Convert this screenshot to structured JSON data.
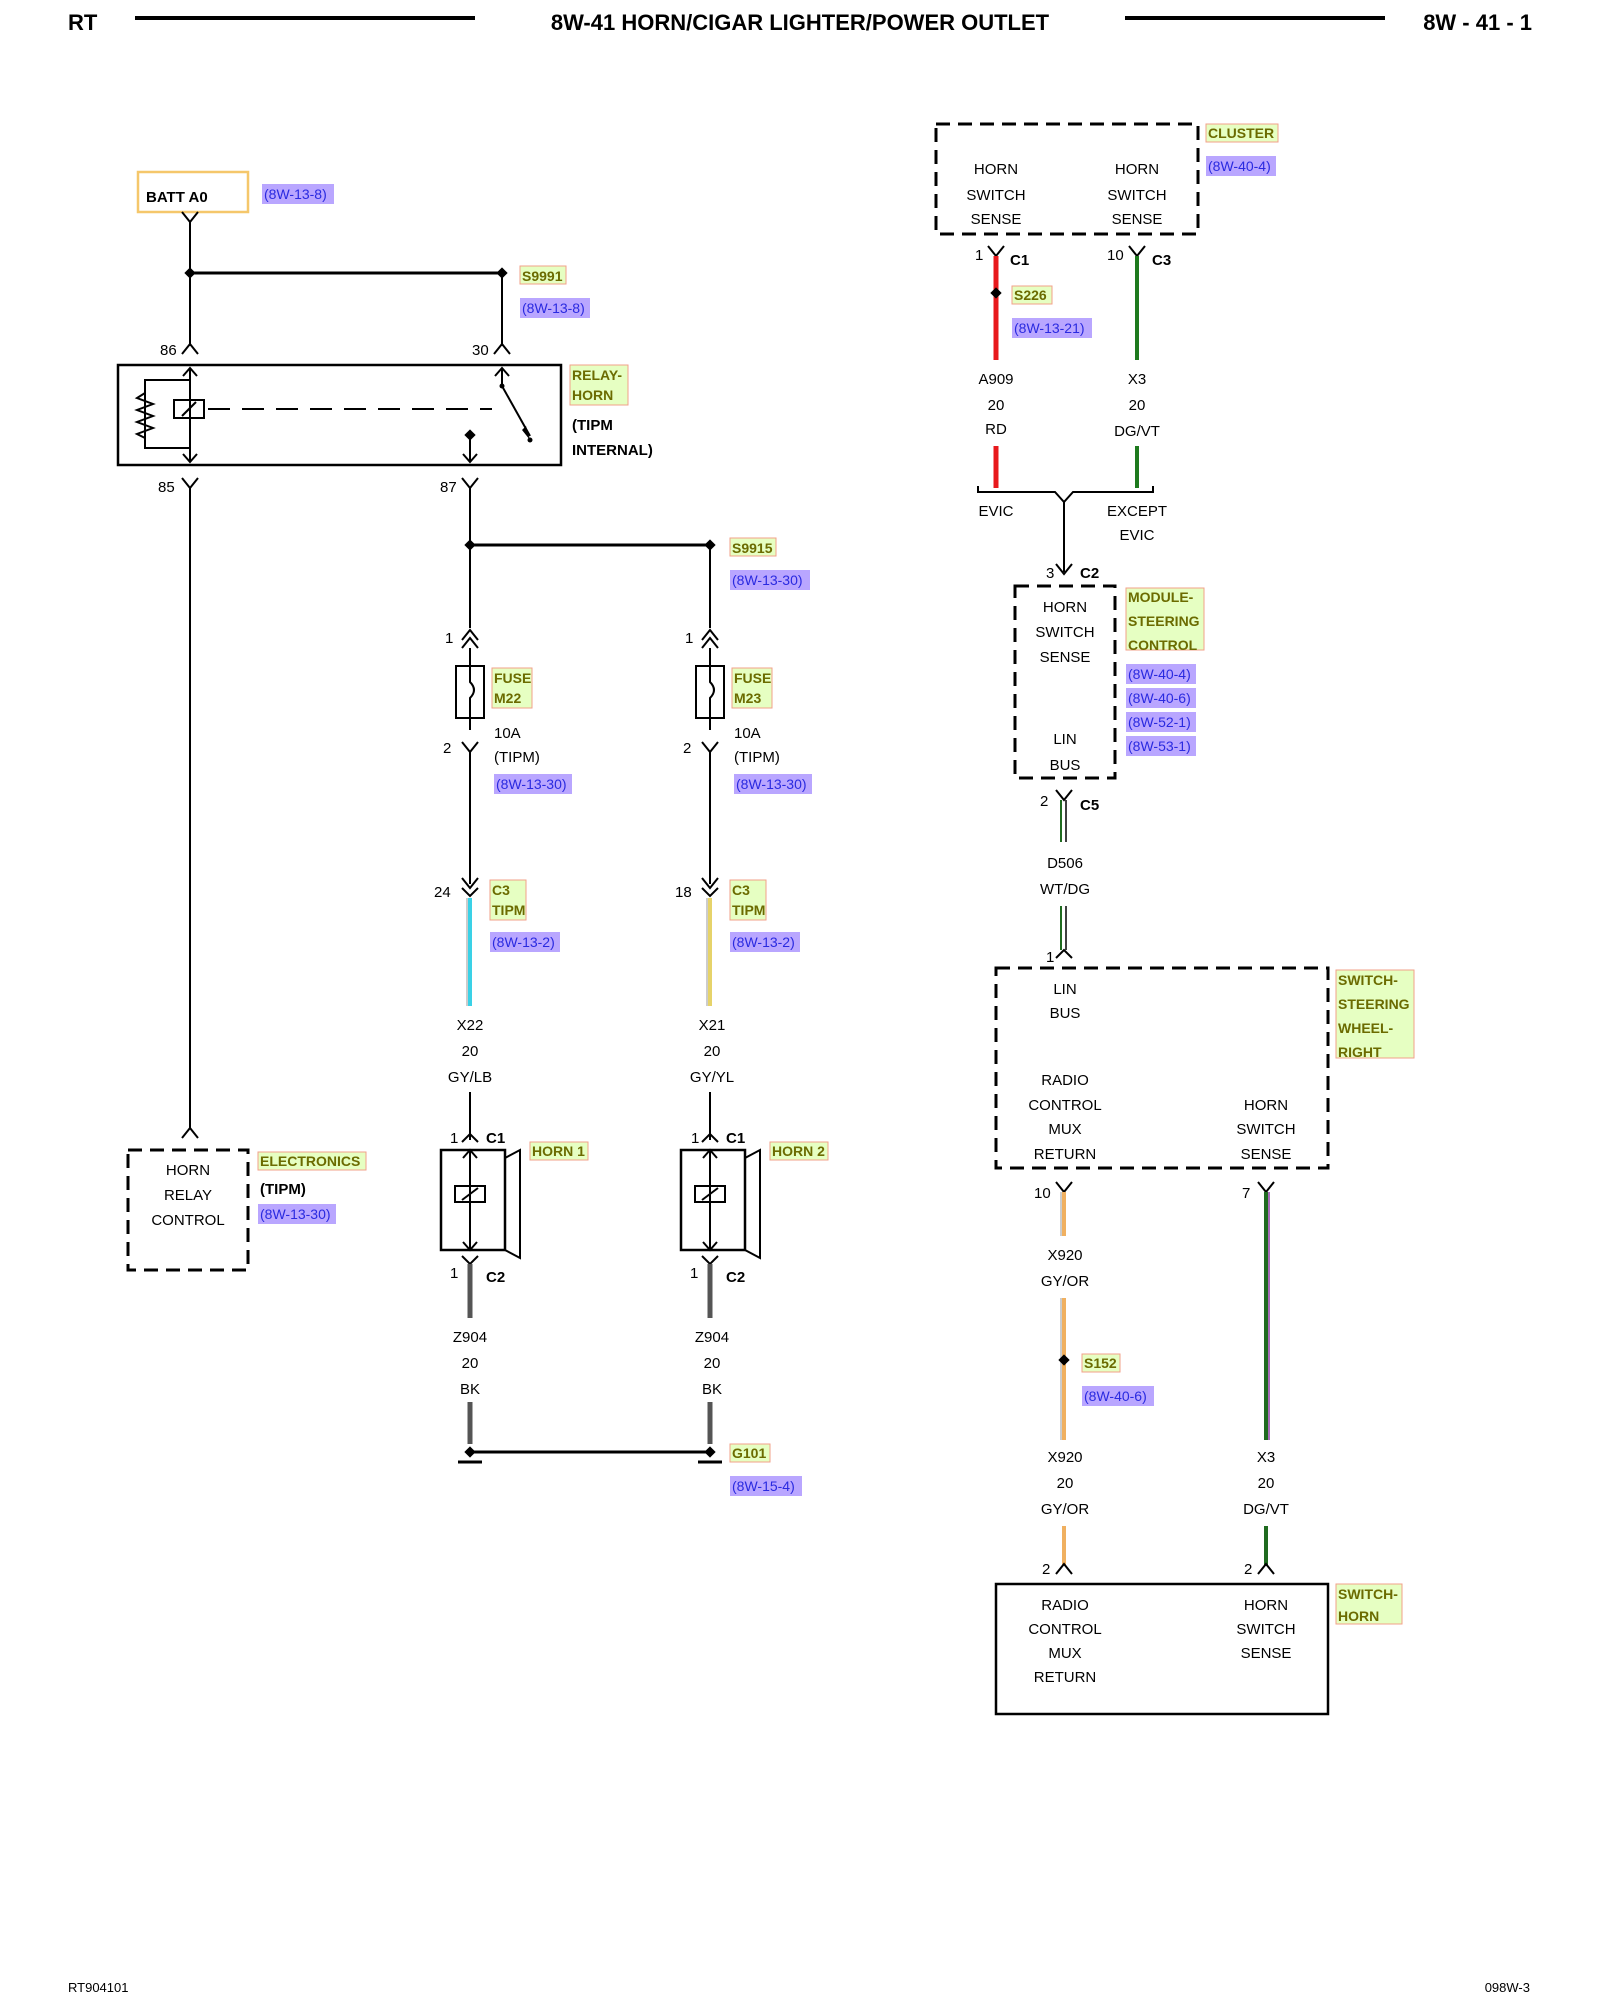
{
  "header": {
    "left": "RT",
    "title": "8W-41 HORN/CIGAR LIGHTER/POWER OUTLET",
    "right": "8W - 41 - 1"
  },
  "footer": {
    "left": "RT904101",
    "right": "098W-3"
  },
  "colors": {
    "ref_bg": "#b9a6ff",
    "ref_text": "#2a2ae0",
    "label_bg": "#e6ffc2",
    "label_border": "#f2a08a",
    "label_text": "#6b6b00",
    "batt_border": "#f5c76b"
  },
  "left": {
    "batt": {
      "label": "BATT A0",
      "ref": "(8W-13-8)"
    },
    "s9991": {
      "label": "S9991",
      "ref": "(8W-13-8)"
    },
    "relay": {
      "label1": "RELAY-",
      "label2": "HORN",
      "note1": "(TIPM",
      "note2": "INTERNAL)",
      "pin86": "86",
      "pin30": "30",
      "pin85": "85",
      "pin87": "87"
    },
    "s9915": {
      "label": "S9915",
      "ref": "(8W-13-30)"
    },
    "fuse_m22": {
      "label1": "FUSE",
      "label2": "M22",
      "pin_top": "1",
      "pin_bot": "2",
      "amp": "10A",
      "note": "(TIPM)",
      "ref": "(8W-13-30)"
    },
    "fuse_m23": {
      "label1": "FUSE",
      "label2": "M23",
      "pin_top": "1",
      "pin_bot": "2",
      "amp": "10A",
      "note": "(TIPM)",
      "ref": "(8W-13-30)"
    },
    "c3_a": {
      "pin": "24",
      "label1": "C3",
      "label2": "TIPM",
      "ref": "(8W-13-2)"
    },
    "c3_b": {
      "pin": "18",
      "label1": "C3",
      "label2": "TIPM",
      "ref": "(8W-13-2)"
    },
    "wire_x22": {
      "circuit": "X22",
      "gauge": "20",
      "color": "GY/LB"
    },
    "wire_x21": {
      "circuit": "X21",
      "gauge": "20",
      "color": "GY/YL"
    },
    "electronics": {
      "line1": "HORN",
      "line2": "RELAY",
      "line3": "CONTROL",
      "label": "ELECTRONICS",
      "note": "(TIPM)",
      "ref": "(8W-13-30)"
    },
    "horn1": {
      "label": "HORN 1",
      "pin_top": "1",
      "conn_top": "C1",
      "pin_bot": "1",
      "conn_bot": "C2"
    },
    "horn2": {
      "label": "HORN 2",
      "pin_top": "1",
      "conn_top": "C1",
      "pin_bot": "1",
      "conn_bot": "C2"
    },
    "wire_z904_a": {
      "circuit": "Z904",
      "gauge": "20",
      "color": "BK"
    },
    "wire_z904_b": {
      "circuit": "Z904",
      "gauge": "20",
      "color": "BK"
    },
    "g101": {
      "label": "G101",
      "ref": "(8W-15-4)"
    }
  },
  "right": {
    "cluster": {
      "label": "CLUSTER",
      "ref": "(8W-40-4)",
      "left_text": [
        "HORN",
        "SWITCH",
        "SENSE"
      ],
      "right_text": [
        "HORN",
        "SWITCH",
        "SENSE"
      ],
      "pin_left": "1",
      "conn_left": "C1",
      "pin_right": "10",
      "conn_right": "C3"
    },
    "s226": {
      "label": "S226",
      "ref": "(8W-13-21)"
    },
    "wire_a909": {
      "circuit": "A909",
      "gauge": "20",
      "color": "RD",
      "option": "EVIC"
    },
    "wire_x3_top": {
      "circuit": "X3",
      "gauge": "20",
      "color": "DG/VT",
      "option1": "EXCEPT",
      "option2": "EVIC"
    },
    "steering_module": {
      "pin_top": "3",
      "conn_top": "C2",
      "text": [
        "HORN",
        "SWITCH",
        "SENSE"
      ],
      "bus": [
        "LIN",
        "BUS"
      ],
      "label": [
        "MODULE-",
        "STEERING",
        "CONTROL"
      ],
      "refs": [
        "(8W-40-4)",
        "(8W-40-6)",
        "(8W-52-1)",
        "(8W-53-1)"
      ],
      "pin_bot": "2",
      "conn_bot": "C5"
    },
    "wire_d506": {
      "circuit": "D506",
      "color": "WT/DG",
      "pin": "1"
    },
    "swr": {
      "label": [
        "SWITCH-",
        "STEERING",
        "WHEEL-",
        "RIGHT"
      ],
      "bus": [
        "LIN",
        "BUS"
      ],
      "left_text": [
        "RADIO",
        "CONTROL",
        "MUX",
        "RETURN"
      ],
      "right_text": [
        "HORN",
        "SWITCH",
        "SENSE"
      ],
      "pin_left": "10",
      "pin_right": "7"
    },
    "wire_x920_top": {
      "circuit": "X920",
      "color": "GY/OR"
    },
    "s152": {
      "label": "S152",
      "ref": "(8W-40-6)"
    },
    "wire_x920_bot": {
      "circuit": "X920",
      "gauge": "20",
      "color": "GY/OR",
      "pin": "2"
    },
    "wire_x3_bot": {
      "circuit": "X3",
      "gauge": "20",
      "color": "DG/VT",
      "pin": "2"
    },
    "switch_horn": {
      "label": [
        "SWITCH-",
        "HORN"
      ],
      "left_text": [
        "RADIO",
        "CONTROL",
        "MUX",
        "RETURN"
      ],
      "right_text": [
        "HORN",
        "SWITCH",
        "SENSE"
      ]
    }
  },
  "wire_colors": {
    "red": "#e8191c",
    "green": "#1e7a1e",
    "light_blue": "#3ad1e6",
    "yellow": "#e6d36a",
    "orange": "#f0b060",
    "dark_green": "#1f6b1f",
    "violet": "#8a3aa0",
    "black": "#555555",
    "white": "#dddddd"
  }
}
